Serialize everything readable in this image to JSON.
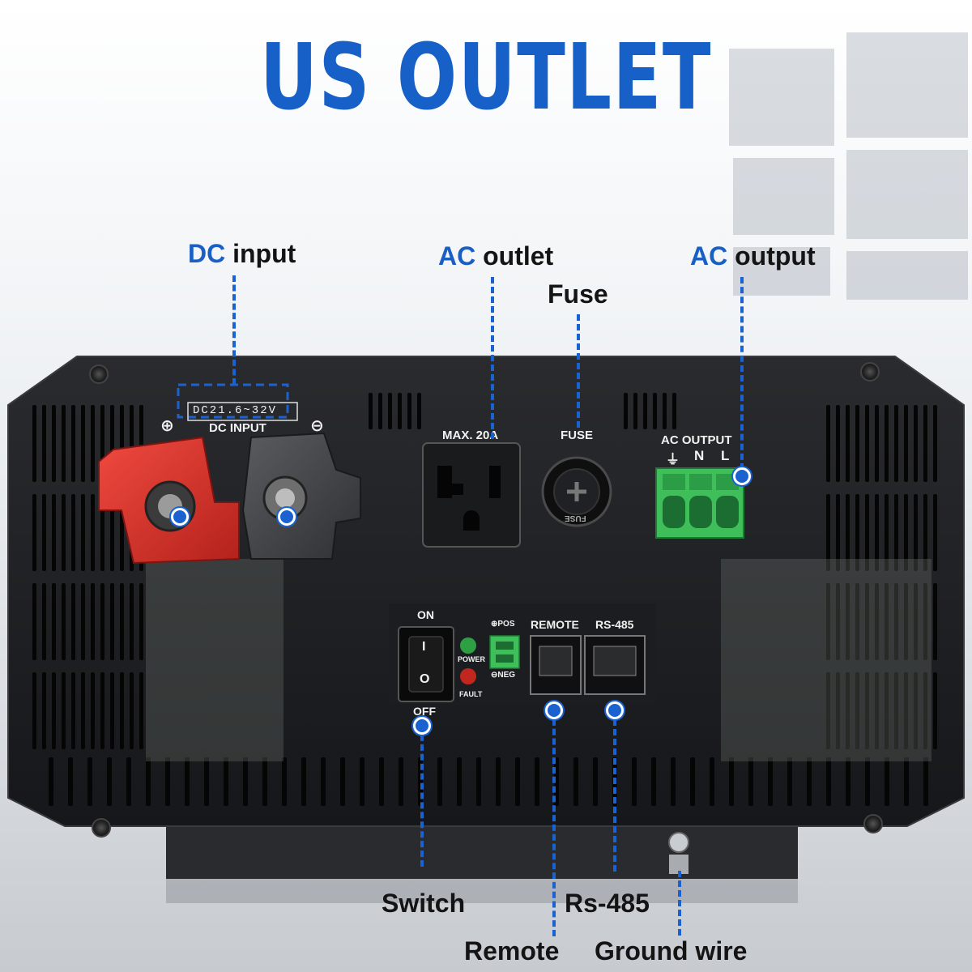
{
  "title": "US OUTLET",
  "callouts": {
    "dc_input": {
      "highlight": "DC",
      "rest": "input"
    },
    "ac_outlet": {
      "highlight": "AC",
      "rest": "outlet"
    },
    "fuse": "Fuse",
    "ac_output": {
      "highlight": "AC",
      "rest": "output"
    },
    "switch": "Switch",
    "rs485": "Rs-485",
    "remote": "Remote",
    "ground_wire": "Ground wire"
  },
  "panel_labels": {
    "dc_rating": "DC21.6~32V",
    "dc_input": "DC INPUT",
    "plus": "⊕",
    "minus": "⊖",
    "max_current": "MAX. 20A",
    "fuse": "FUSE",
    "fuse_cap": "FUSE",
    "ac_output": "AC OUTPUT",
    "ground": "⏚",
    "neutral": "N",
    "live": "L",
    "on": "ON",
    "off": "OFF",
    "switch_on_mark": "I",
    "switch_off_mark": "O",
    "power": "POWER",
    "fault": "FAULT",
    "pos": "⊕POS",
    "neg": "⊖NEG",
    "remote": "REMOTE",
    "rs485": "RS-485"
  },
  "colors": {
    "accent_blue": "#1a62cf",
    "panel_black": "#1f2022",
    "terminal_red": "#d7312b",
    "terminal_green": "#3fbf5a",
    "led_green": "#2ea043",
    "led_red": "#c0281f"
  }
}
